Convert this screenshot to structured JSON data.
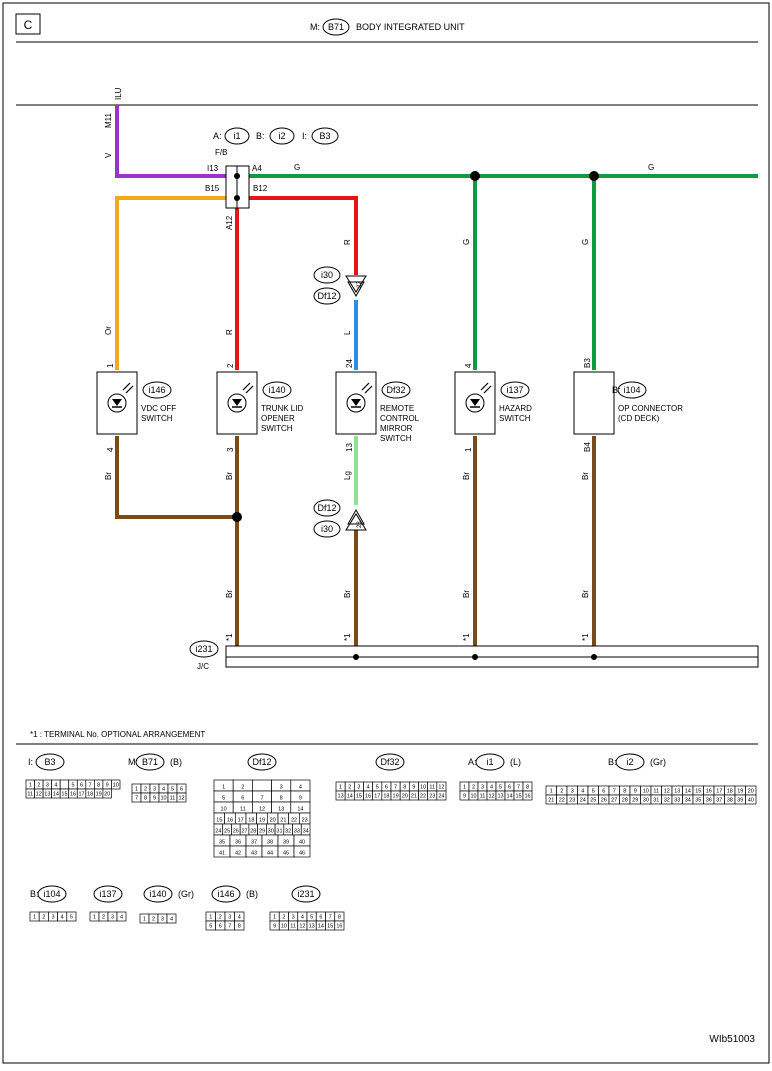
{
  "page_letter": "C",
  "header": {
    "prefix": "M:",
    "connector": "B71",
    "title": "BODY INTEGRATED UNIT"
  },
  "fb": {
    "labels": [
      {
        "prefix": "A:",
        "id": "i1"
      },
      {
        "prefix": "B:",
        "id": "i2"
      },
      {
        "prefix": "I:",
        "id": "B3"
      }
    ],
    "fb_label": "F/B",
    "pins": {
      "i13": "I13",
      "a4": "A4",
      "b15": "B15",
      "b12": "B12",
      "a12": "A12"
    }
  },
  "supply": {
    "code": "ILU",
    "connector": "M11",
    "wire": "V"
  },
  "wires": {
    "g_top1": "G",
    "g_top2": "G",
    "or": "Or",
    "r1": "R",
    "r2": "R",
    "l": "L",
    "lg": "Lg",
    "g1": "G",
    "g2": "G",
    "br": "Br"
  },
  "inline_top": {
    "a": "i30",
    "b": "Df12",
    "pin": "27"
  },
  "inline_bottom": {
    "a": "Df12",
    "b": "i30",
    "pin": "28"
  },
  "components": [
    {
      "id": "i146",
      "name": [
        "VDC OFF",
        "SWITCH"
      ],
      "pin_top": "1",
      "pin_bottom": "4"
    },
    {
      "id": "i140",
      "name": [
        "TRUNK LID",
        "OPENER",
        "SWITCH"
      ],
      "pin_top": "2",
      "pin_bottom": "3"
    },
    {
      "id": "Df32",
      "name": [
        "REMOTE",
        "CONTROL",
        "MIRROR",
        "SWITCH"
      ],
      "pin_top": "24",
      "pin_bottom": "13"
    },
    {
      "id": "i137",
      "name": [
        "HAZARD",
        "SWITCH"
      ],
      "pin_top": "4",
      "pin_bottom": "1"
    },
    {
      "id": "i104",
      "prefix": "B:",
      "name": [
        "OP CONNECTOR",
        "(CD DECK)"
      ],
      "pin_top": "B3",
      "pin_bottom": "B4"
    }
  ],
  "jc": {
    "id": "i231",
    "label": "J/C",
    "star": "*1"
  },
  "note": "*1 : TERMINAL No. OPTIONAL ARRANGEMENT",
  "connectors": [
    {
      "prefix": "I:",
      "id": "B3",
      "suffix": ""
    },
    {
      "prefix": "M:",
      "id": "B71",
      "suffix": "(B)"
    },
    {
      "prefix": "",
      "id": "Df12",
      "suffix": ""
    },
    {
      "prefix": "",
      "id": "Df32",
      "suffix": ""
    },
    {
      "prefix": "A:",
      "id": "i1",
      "suffix": "(L)"
    },
    {
      "prefix": "B:",
      "id": "i2",
      "suffix": "(Gr)"
    },
    {
      "prefix": "B:",
      "id": "i104",
      "suffix": ""
    },
    {
      "prefix": "",
      "id": "i137",
      "suffix": ""
    },
    {
      "prefix": "",
      "id": "i140",
      "suffix": "(Gr)"
    },
    {
      "prefix": "",
      "id": "i146",
      "suffix": "(B)"
    },
    {
      "prefix": "",
      "id": "i231",
      "suffix": ""
    }
  ],
  "pin_tables": {
    "B3": [
      [
        "1",
        "2",
        "3",
        "4",
        "",
        "5",
        "6",
        "7",
        "8",
        "9",
        "10"
      ],
      [
        "11",
        "12",
        "13",
        "14",
        "15",
        "16",
        "17",
        "18",
        "19",
        "20"
      ]
    ],
    "B71": [
      [
        "1",
        "2",
        "3",
        "4",
        "5",
        "6"
      ],
      [
        "7",
        "8",
        "9",
        "10",
        "11",
        "12"
      ]
    ],
    "Df12": [
      [
        "1",
        "2",
        "",
        "3",
        "4"
      ],
      [
        "5",
        "6",
        "7",
        "8",
        "9"
      ],
      [
        "10",
        "11",
        "12",
        "13",
        "14"
      ],
      [
        "15",
        "16",
        "17",
        "18",
        "19",
        "20",
        "21",
        "22",
        "23"
      ],
      [
        "24",
        "25",
        "26",
        "27",
        "28",
        "29",
        "30",
        "31",
        "32",
        "33",
        "34"
      ],
      [
        "35",
        "36",
        "37",
        "38",
        "39",
        "40"
      ],
      [
        "41",
        "42",
        "43",
        "44",
        "45",
        "46"
      ]
    ],
    "Df32": [
      [
        "1",
        "2",
        "3",
        "4",
        "5",
        "6",
        "7",
        "8",
        "9",
        "10",
        "11",
        "12"
      ],
      [
        "13",
        "14",
        "15",
        "16",
        "17",
        "18",
        "19",
        "20",
        "21",
        "22",
        "23",
        "24"
      ]
    ],
    "i1": [
      [
        "1",
        "2",
        "3",
        "4",
        "5",
        "6",
        "7",
        "8"
      ],
      [
        "9",
        "10",
        "11",
        "12",
        "13",
        "14",
        "15",
        "16"
      ]
    ],
    "i2": [
      [
        "1",
        "2",
        "3",
        "4",
        "5",
        "6",
        "7",
        "8",
        "9",
        "10",
        "11",
        "12",
        "13",
        "14",
        "15",
        "16",
        "17",
        "18",
        "19",
        "20"
      ],
      [
        "21",
        "22",
        "23",
        "24",
        "25",
        "26",
        "27",
        "28",
        "29",
        "30",
        "31",
        "32",
        "33",
        "34",
        "35",
        "36",
        "37",
        "38",
        "39",
        "40"
      ]
    ],
    "i104": [
      [
        "1",
        "2",
        "3",
        "4",
        "5"
      ]
    ],
    "i137": [
      [
        "1",
        "2",
        "3",
        "4"
      ]
    ],
    "i140": [
      [
        "1",
        "2",
        "3",
        "4"
      ]
    ],
    "i146": [
      [
        "1",
        "2",
        "3",
        "4"
      ],
      [
        "5",
        "6",
        "7",
        "8"
      ]
    ],
    "i231": [
      [
        "1",
        "2",
        "3",
        "4",
        "5",
        "6",
        "7",
        "8"
      ],
      [
        "9",
        "10",
        "11",
        "12",
        "13",
        "14",
        "15",
        "16"
      ]
    ]
  },
  "colors": {
    "violet": "#9933cc",
    "green": "#119944",
    "orange": "#f5a81c",
    "red": "#e3141a",
    "blue": "#2e8de0",
    "lightgreen": "#8fe08f",
    "brown": "#7a4a1a"
  },
  "figure_code": "WIb51003"
}
